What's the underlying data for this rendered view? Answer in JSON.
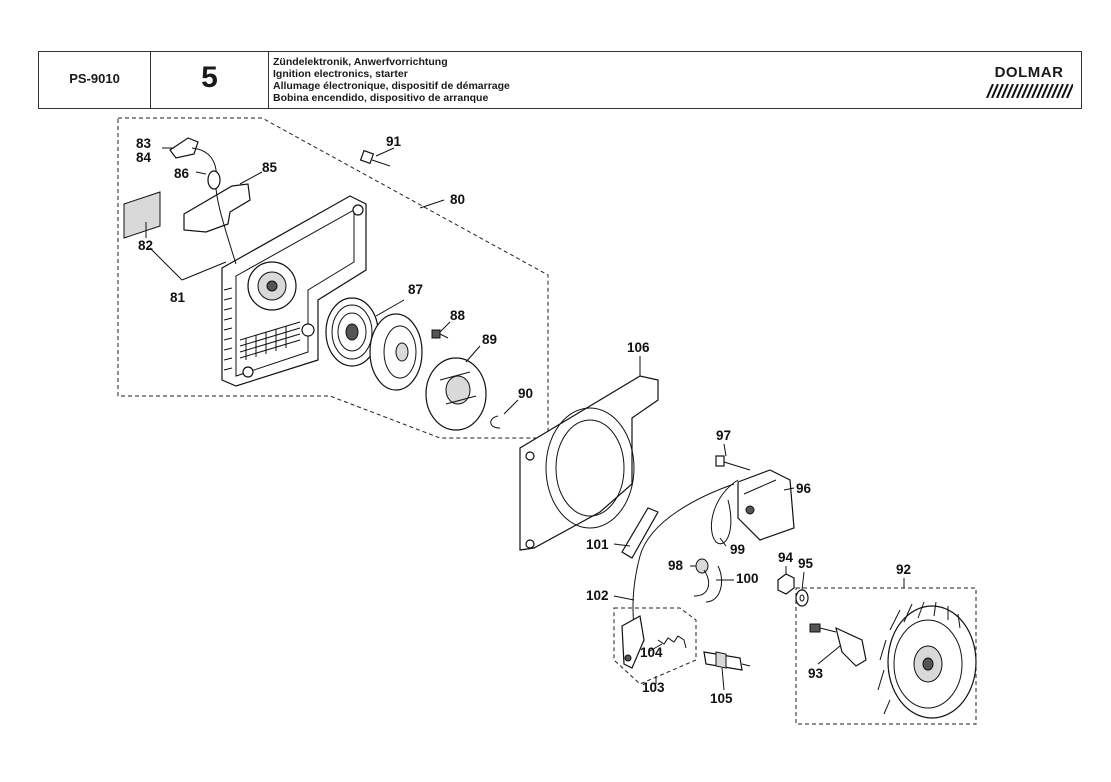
{
  "header": {
    "model": "PS-9010",
    "page_number": "5",
    "title_lines": [
      "Zündelektronik, Anwerfvorrichtung",
      "Ignition electronics, starter",
      "Allumage électronique, dispositif de démarrage",
      "Bobina encendido, dispositivo de arranque"
    ],
    "brand": "DOLMAR"
  },
  "callouts": {
    "c80": "80",
    "c81": "81",
    "c82": "82",
    "c83": "83",
    "c84": "84",
    "c85": "85",
    "c86": "86",
    "c87": "87",
    "c88": "88",
    "c89": "89",
    "c90": "90",
    "c91": "91",
    "c92": "92",
    "c93": "93",
    "c94": "94",
    "c95": "95",
    "c96": "96",
    "c97": "97",
    "c98": "98",
    "c99": "99",
    "c100": "100",
    "c101": "101",
    "c102": "102",
    "c103": "103",
    "c104": "104",
    "c105": "105",
    "c106": "106"
  }
}
